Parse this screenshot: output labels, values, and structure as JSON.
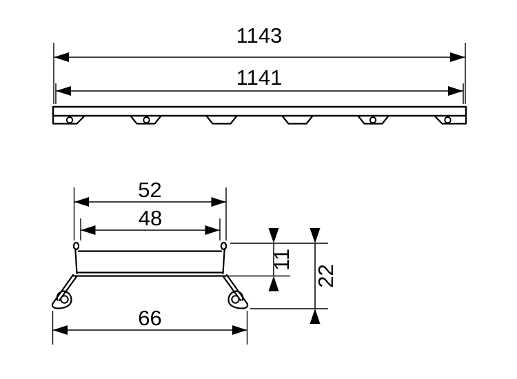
{
  "colors": {
    "background": "#ffffff",
    "line": "#000000"
  },
  "side_view": {
    "dims": {
      "overall_length": "1143",
      "inner_length": "1141"
    }
  },
  "cross_section": {
    "dims": {
      "outer_width": "52",
      "inner_width": "48",
      "channel_depth": "11",
      "overall_height": "22",
      "foot_width": "66"
    }
  }
}
